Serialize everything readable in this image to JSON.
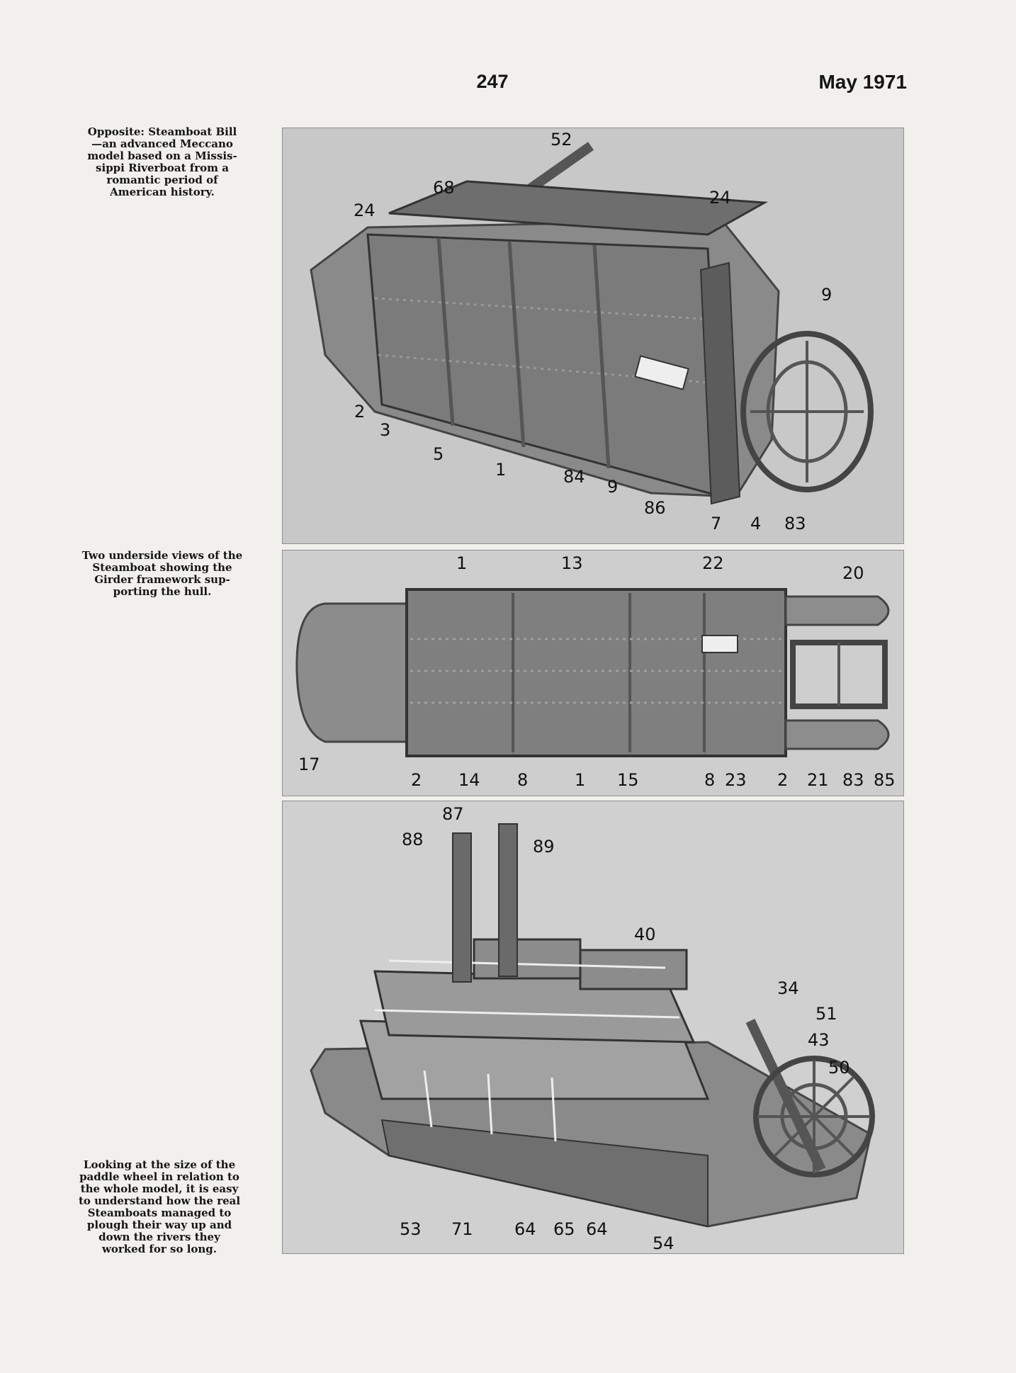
{
  "header": {
    "page_number": "247",
    "issue_date": "May 1971"
  },
  "captions": {
    "opposite": "Opposite: Steamboat Bill\n—an advanced Meccano\nmodel based on a Missis-\nsippi Riverboat from a\nromantic period of\nAmerican history.",
    "underside": "Two underside views of the\nSteamboat showing the\nGirder framework sup-\nporting the hull.",
    "paddle": "Looking at the size of the\npaddle wheel in relation to\nthe whole model, it is easy\nto understand how the real\nSteamboats managed to\nplough their way up and\ndown the rivers they\nworked for so long."
  },
  "photo1_labels": [
    "52",
    "68",
    "24",
    "24",
    "9",
    "2",
    "3",
    "5",
    "1",
    "84",
    "9",
    "86",
    "7",
    "4",
    "83"
  ],
  "photo2_labels": [
    "1",
    "13",
    "22",
    "20",
    "17",
    "2",
    "14",
    "8",
    "1",
    "15",
    "8",
    "23",
    "2",
    "21",
    "83",
    "85"
  ],
  "photo3_labels": [
    "87",
    "88",
    "89",
    "40",
    "34",
    "51",
    "43",
    "50",
    "53",
    "71",
    "64",
    "65",
    "64",
    "54"
  ]
}
